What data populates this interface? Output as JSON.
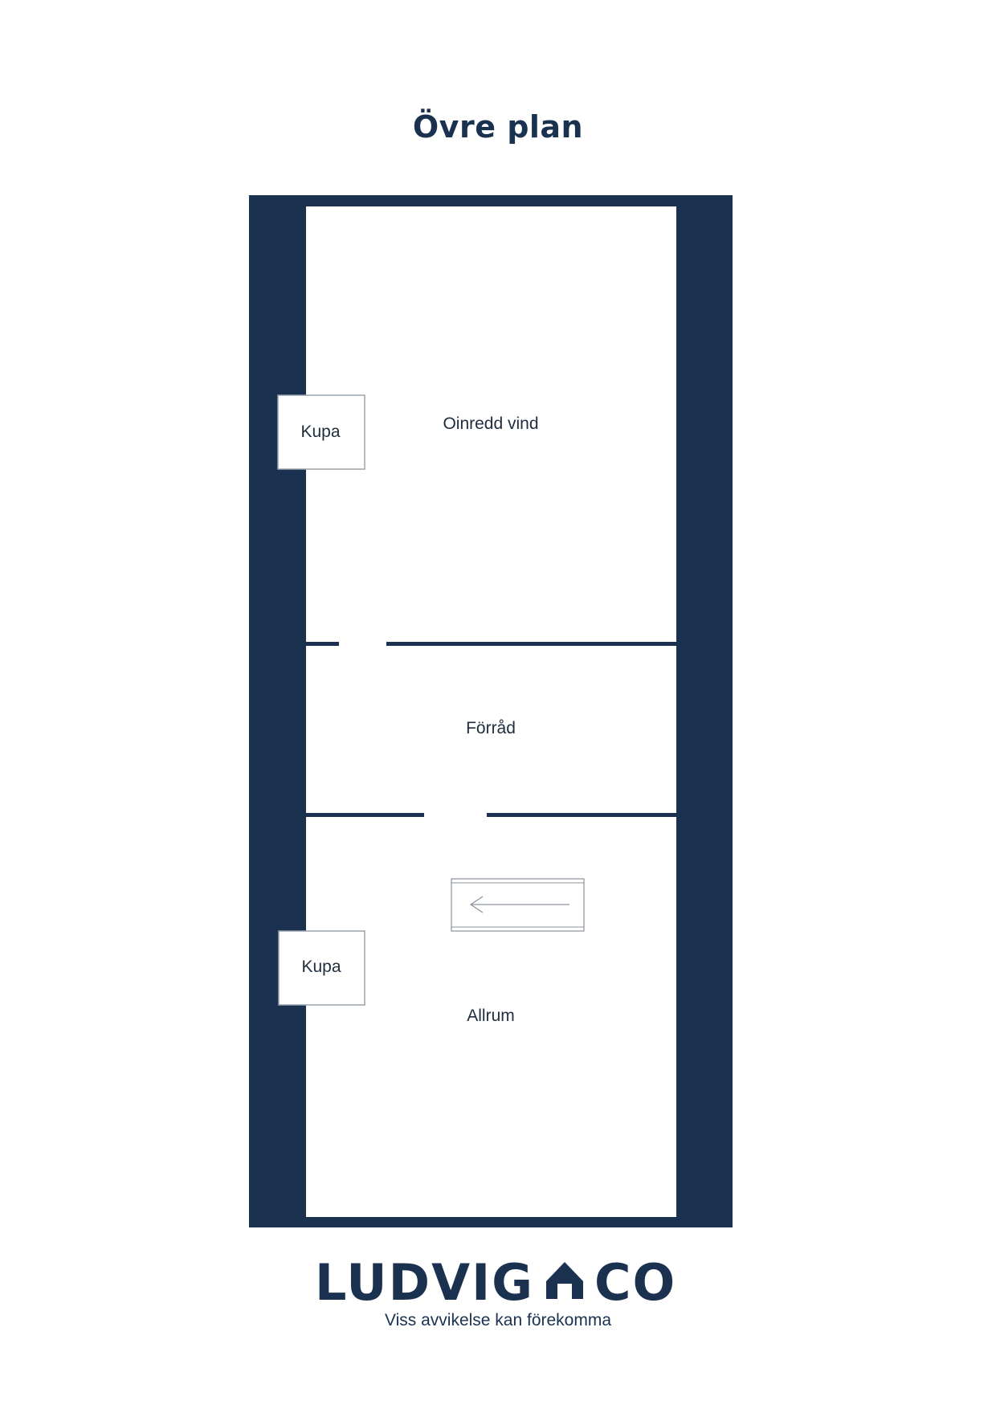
{
  "header": {
    "title": "Övre plan"
  },
  "rooms": {
    "oinredd_vind": "Oinredd vind",
    "forrad": "Förråd",
    "allrum": "Allrum",
    "kupa_upper": "Kupa",
    "kupa_lower": "Kupa"
  },
  "icons": {
    "stair_direction": "arrow-left-icon"
  },
  "brand": {
    "name_left": "LUDVIG",
    "name_right": "CO",
    "logo_mark": "house-icon",
    "disclaimer": "Viss avvikelse kan förekomma"
  },
  "colors": {
    "wall": "#1a3150",
    "background": "#ffffff",
    "text": "#1f2d3d"
  }
}
